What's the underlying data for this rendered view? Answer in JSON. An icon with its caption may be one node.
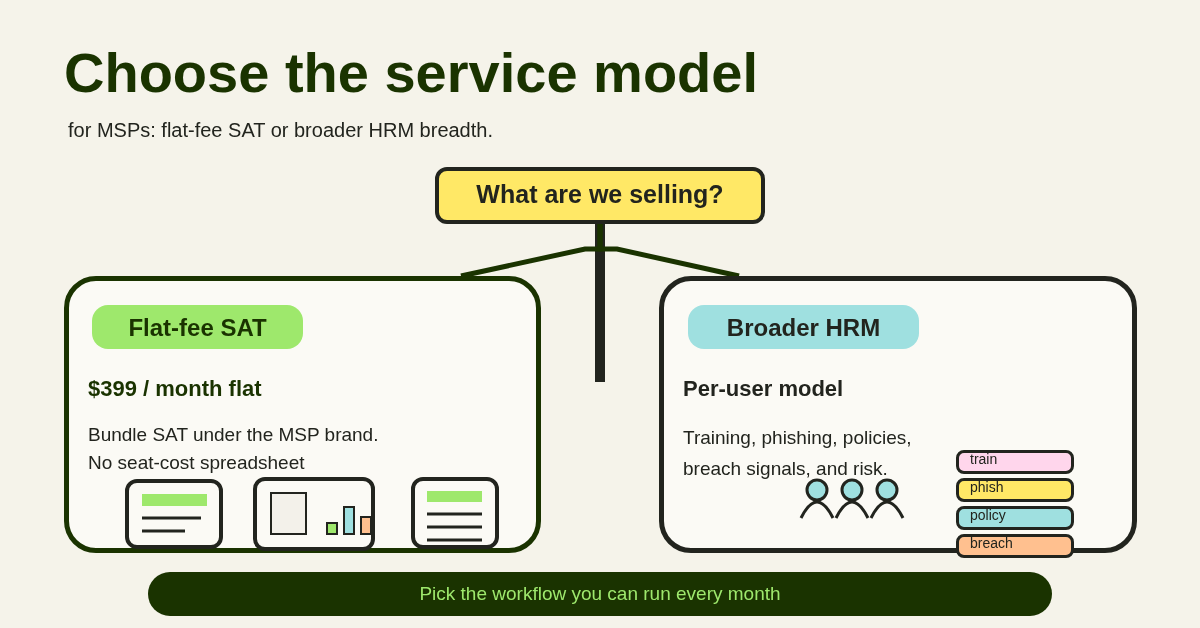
{
  "diagram": {
    "title": "Choose the service model",
    "caption": "for MSPs: flat-fee SAT or broader HRM breadth.",
    "nodes": [
      {
        "text": [
          "What are we selling?"
        ]
      },
      {
        "text": [
          "$399 / month flat",
          "Bundle SAT under the MSP brand.",
          "No seat-cost spreadsheet"
        ]
      },
      {
        "text": [
          "Flat-fee SAT"
        ],
        "in": 1
      },
      {
        "text": [
          "Per-user model",
          "Training, phishing, policies, breach signals, and risk."
        ]
      },
      {
        "text": [
          "Broader HRM"
        ],
        "in": 3
      },
      {
        "text": [
          "train"
        ],
        "in": 3
      },
      {
        "text": [
          "phish"
        ],
        "in": 3
      },
      {
        "text": [
          "policy"
        ],
        "in": 3
      },
      {
        "text": [
          "breach"
        ]
      },
      {
        "text": [
          "Pick the workflow you can run every month"
        ]
      }
    ],
    "edges": [
      {
        "from": 0,
        "to": 1,
        "arrow": "none"
      },
      {
        "from": 0,
        "to": 3,
        "arrow": "none"
      }
    ]
  }
}
